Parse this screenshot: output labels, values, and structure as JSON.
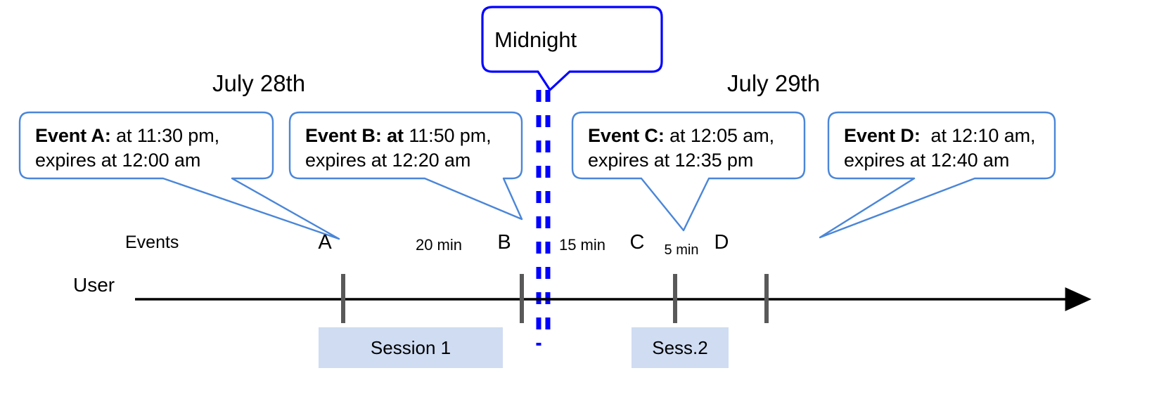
{
  "diagram": {
    "title_text": "Midnight",
    "days": [
      {
        "label": "July 28th"
      },
      {
        "label": "July 29th"
      }
    ],
    "axis": {
      "row_label": "User",
      "events_row_label": "Events",
      "line_color": "#000000",
      "tick_color": "#595959"
    },
    "midnight_marker": {
      "label": "Midnight",
      "color": "#0000ff",
      "style": "double-dashed-vertical"
    },
    "callouts": [
      {
        "id": "event-a",
        "title": "Event A:",
        "title_bold_extra": "",
        "line1_rest": " at 11:30 pm,",
        "line2": "expires at 12:00 am",
        "border_color": "#4a86d8"
      },
      {
        "id": "event-b",
        "title": "Event B:",
        "title_bold_extra": " at",
        "line1_rest": " 11:50 pm,",
        "line2": "expires at 12:20 am",
        "border_color": "#4a86d8"
      },
      {
        "id": "event-c",
        "title": "Event C:",
        "title_bold_extra": "",
        "line1_rest": " at 12:05 am,",
        "line2": "expires at 12:35 pm",
        "border_color": "#4a86d8"
      },
      {
        "id": "event-d",
        "title": "Event D:",
        "title_bold_extra": "",
        "line1_rest": "  at 12:10 am,",
        "line2": "expires at 12:40 am",
        "border_color": "#4a86d8"
      }
    ],
    "events": [
      {
        "letter": "A",
        "time": "11:30 pm"
      },
      {
        "letter": "B",
        "time": "11:50 pm"
      },
      {
        "letter": "C",
        "time": "12:05 am"
      },
      {
        "letter": "D",
        "time": "12:10 am"
      }
    ],
    "gaps": [
      {
        "label": "20 min"
      },
      {
        "label": "15 min"
      },
      {
        "label": "5 min"
      }
    ],
    "sessions": [
      {
        "label": "Session 1",
        "fill": "#cfdcf2"
      },
      {
        "label": "Sess.2",
        "fill": "#cfdcf2"
      }
    ]
  }
}
